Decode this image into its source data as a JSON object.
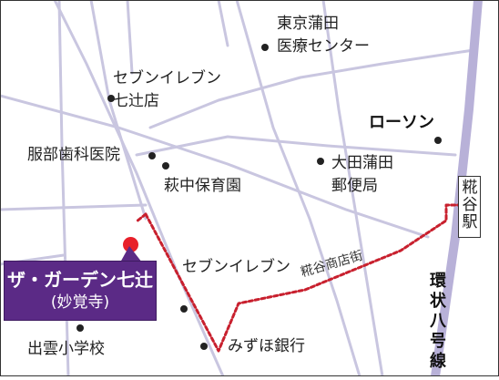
{
  "colors": {
    "road": "#c9c6e0",
    "railway": "#b8b1d8",
    "route": "#c8202e",
    "target_marker": "#e8202a",
    "callout_bg": "#5b2a86"
  },
  "map": {
    "destination": {
      "name": "ザ・ガーデン七辻",
      "subtitle": "(妙覚寺)"
    },
    "station": "糀谷駅",
    "landmarks": {
      "tokyo_kamata_line1": "東京蒲田",
      "tokyo_kamata_line2": "医療センター",
      "seven_eleven_1_line1": "セブンイレブン",
      "seven_eleven_1_line2": "七辻店",
      "lawson": "ローソン",
      "hattori_dental": "服部歯科医院",
      "hagi_nursery": "萩中保育園",
      "ota_post_line1": "大田蒲田",
      "ota_post_line2": "郵便局",
      "seven_eleven_2": "セブンイレブン",
      "mizuho_bank": "みずほ銀行",
      "izumo_school": "出雲小学校"
    },
    "streets": {
      "shopping_street": "糀谷商店街",
      "kanpachi": "環状八号線"
    }
  }
}
